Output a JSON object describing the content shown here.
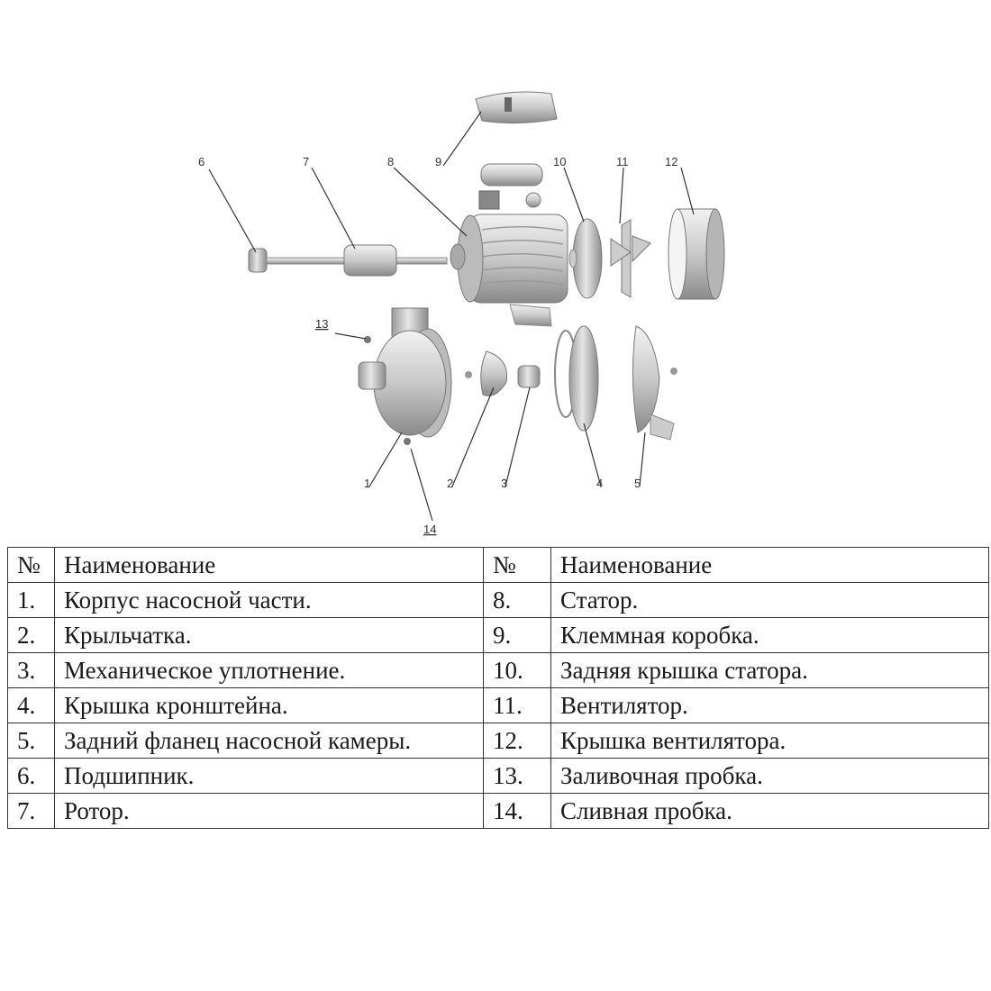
{
  "diagram": {
    "callouts": [
      "1",
      "2",
      "3",
      "4",
      "5",
      "6",
      "7",
      "8",
      "9",
      "10",
      "11",
      "12",
      "13",
      "14"
    ]
  },
  "table": {
    "headers": [
      "№",
      "Наименование",
      "№",
      "Наименование"
    ],
    "rows": [
      {
        "n1": "1.",
        "name1": "Корпус насосной части.",
        "n2": "8.",
        "name2": "Статор."
      },
      {
        "n1": "2.",
        "name1": "Крыльчатка.",
        "n2": "9.",
        "name2": "Клеммная коробка."
      },
      {
        "n1": "3.",
        "name1": "Механическое уплотнение.",
        "n2": "10.",
        "name2": "Задняя крышка статора."
      },
      {
        "n1": "4.",
        "name1": "Крышка кронштейна.",
        "n2": "11.",
        "name2": "Вентилятор."
      },
      {
        "n1": "5.",
        "name1": "Задний фланец насосной камеры.",
        "n2": "12.",
        "name2": "Крышка вентилятора."
      },
      {
        "n1": "6.",
        "name1": "Подшипник.",
        "n2": "13.",
        "name2": "Заливочная пробка."
      },
      {
        "n1": "7.",
        "name1": "Ротор.",
        "n2": "14.",
        "name2": "Сливная пробка."
      }
    ]
  }
}
